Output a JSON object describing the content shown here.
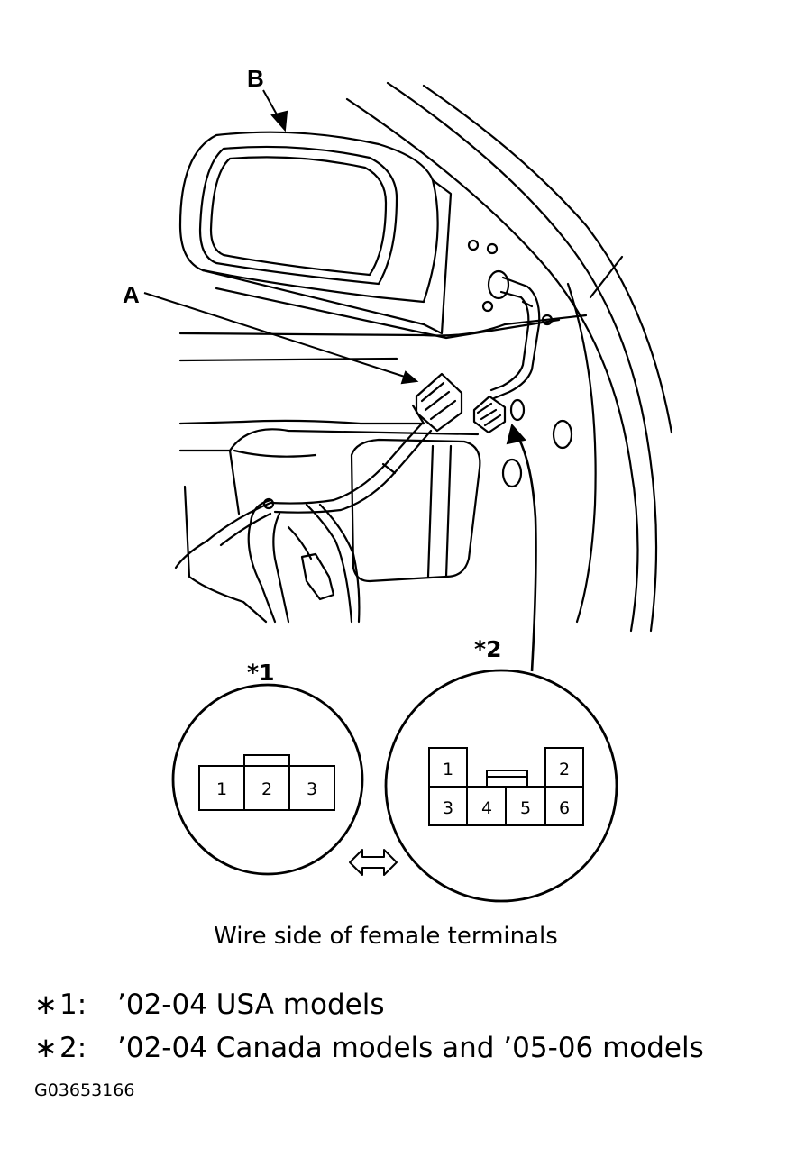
{
  "labels": {
    "a": "A",
    "b": "B"
  },
  "connectors": [
    {
      "id": "*1",
      "pins": [
        "1",
        "2",
        "3"
      ]
    },
    {
      "id": "*2",
      "pins": [
        "1",
        "2",
        "3",
        "4",
        "5",
        "6"
      ]
    }
  ],
  "caption": "Wire side of female terminals",
  "legend": [
    {
      "star": "∗",
      "key": "1:",
      "text": "’02-04 USA models"
    },
    {
      "star": "∗",
      "key": "2:",
      "text": "’02-04 Canada models and ’05-06 models"
    }
  ],
  "figure_code": "G03653166",
  "icons": [
    "double-arrow-icon"
  ]
}
